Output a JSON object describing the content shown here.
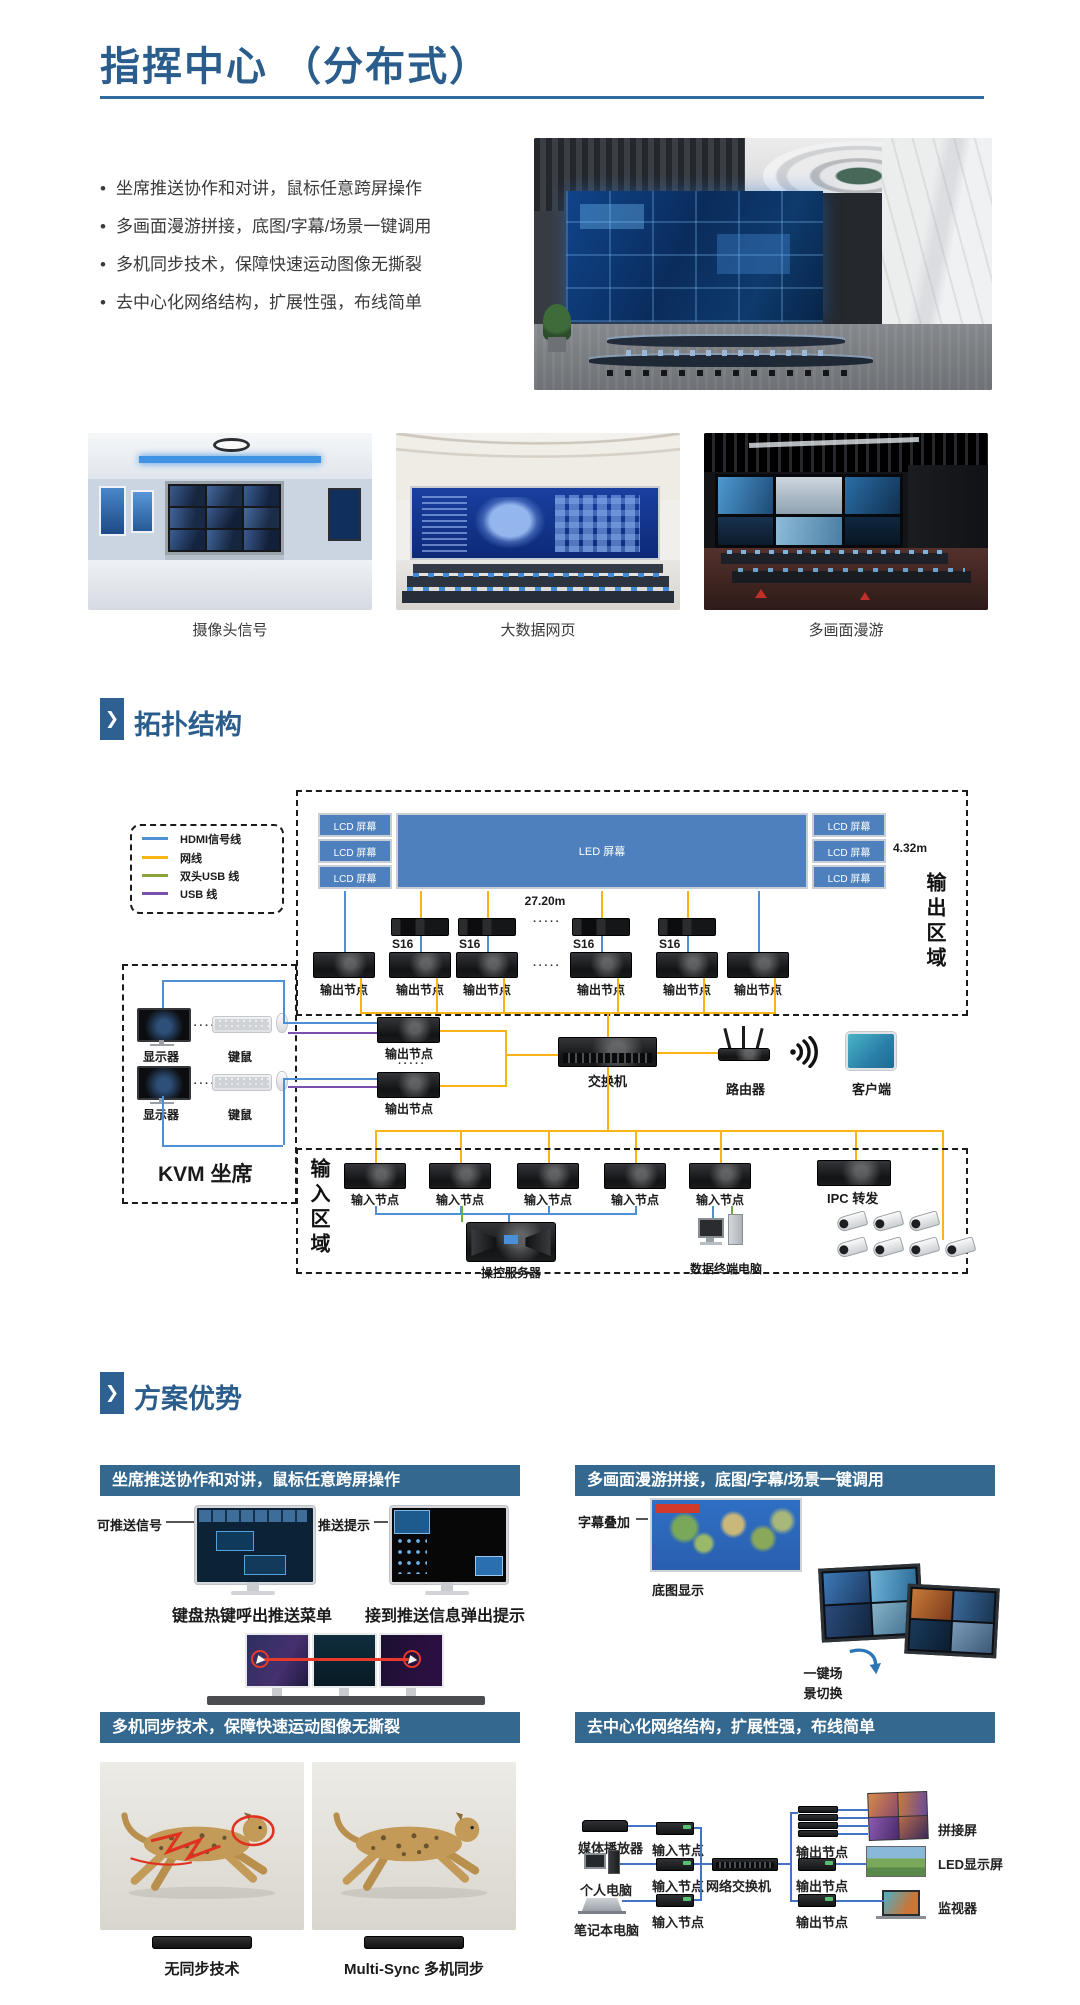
{
  "theme": {
    "primary_blue": "#2a5d8c",
    "card_header_bg": "#35688e",
    "diagram_screen_blue": "#4e80bd",
    "red_accent": "#e8392b"
  },
  "header": {
    "title": "指挥中心 （分布式）",
    "features": [
      "坐席推送协作和对讲，鼠标任意跨屏操作",
      "多画面漫游拼接，底图/字幕/场景一键调用",
      "多机同步技术，保障快速运动图像无撕裂",
      "去中心化网络结构，扩展性强，布线简单"
    ],
    "bullet": "•"
  },
  "gallery": {
    "captions": [
      "摄像头信号",
      "大数据网页",
      "多画面漫游"
    ]
  },
  "sections": {
    "chevron": "❯",
    "topology_title": "拓扑结构",
    "advantages_title": "方案优势"
  },
  "topology": {
    "legend": {
      "items": [
        {
          "label": "HDMI信号线",
          "color": "#4f8fd4"
        },
        {
          "label": "网线",
          "color": "#fbb414"
        },
        {
          "label": "双头USB 线",
          "color": "#8ca33b"
        },
        {
          "label": "USB 线",
          "color": "#7a4fae"
        }
      ]
    },
    "screen_wall": {
      "lcd_label": "LCD 屏幕",
      "led_label": "LED 屏幕",
      "width_label": "27.20m",
      "height_label": "4.32m"
    },
    "labels": {
      "output_region": "输出区域",
      "input_region": "输入区域",
      "kvm": "KVM 坐席",
      "s16": "S16",
      "output_node": "输出节点",
      "input_node": "输入节点",
      "switch": "交换机",
      "router": "路由器",
      "client": "客户端",
      "monitor": "显示器",
      "kb_mouse": "键鼠",
      "server": "操控服务器",
      "terminal_pc": "数据终端电脑",
      "ipc": "IPC 转发",
      "dots": "·····"
    }
  },
  "advantages": {
    "card1": {
      "header": "坐席推送协作和对讲，鼠标任意跨屏操作",
      "pushable": "可推送信号",
      "push_tip": "推送提示",
      "caption_menu": "键盘热键呼出推送菜单",
      "caption_popup": "接到推送信息弹出提示"
    },
    "card2": {
      "header": "多画面漫游拼接，底图/字幕/场景一键调用",
      "subtitle_overlay": "字幕叠加",
      "base_map": "底图显示",
      "scene_switch_line1": "一键场",
      "scene_switch_line2": "景切换"
    },
    "card3": {
      "header": "多机同步技术，保障快速运动图像无撕裂",
      "no_sync": "无同步技术",
      "multi_sync": "Multi-Sync 多机同步"
    },
    "card4": {
      "header": "去中心化网络结构，扩展性强，布线简单",
      "media_player": "媒体播放器",
      "pc": "个人电脑",
      "laptop": "笔记本电脑",
      "input_node": "输入节点",
      "net_switch": "网络交换机",
      "output_node": "输出节点",
      "splicing_screen": "拼接屏",
      "led_screen": "LED显示屏",
      "monitor": "监视器"
    }
  }
}
